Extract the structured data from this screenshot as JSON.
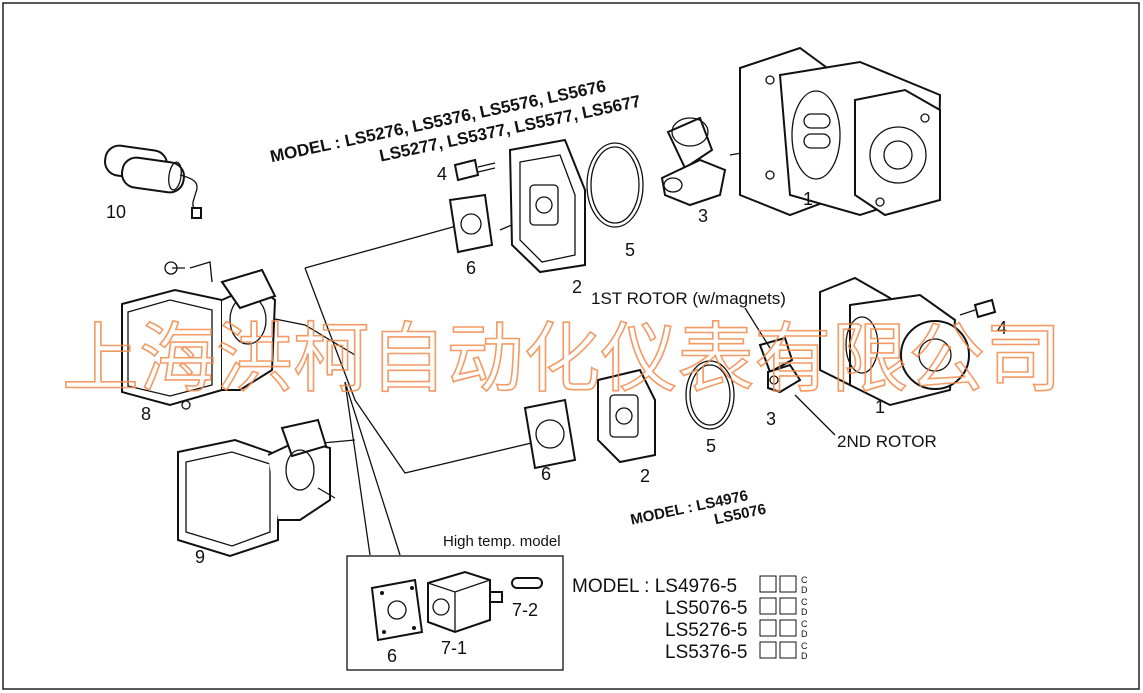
{
  "labels": {
    "model_top_line1": "MODEL : LS5276, LS5376, LS5576, LS5676",
    "model_top_line2": "LS5277, LS5377, LS5577, LS5677",
    "model_mid_line1": "MODEL : LS4976",
    "model_mid_line2": "LS5076",
    "rotor1": "1ST ROTOR (w/magnets)",
    "rotor2": "2ND ROTOR",
    "high_temp": "High temp. model",
    "model_bottom": "MODEL : LS4976-5",
    "model_bottom_2": "LS5076-5",
    "model_bottom_3": "LS5276-5",
    "model_bottom_4": "LS5376-5",
    "suffix_c": "C",
    "suffix_d": "D",
    "watermark": "上海洪柯自动化仪表有限公司"
  },
  "part_numbers": {
    "p1_top": "1",
    "p2_top": "2",
    "p3_top": "3",
    "p4_top": "4",
    "p5_top": "5",
    "p6_top": "6",
    "p1_mid": "1",
    "p2_mid": "2",
    "p3_mid": "3",
    "p4_mid": "4",
    "p5_mid": "5",
    "p6_mid": "6",
    "p6_box": "6",
    "p7_1": "7-1",
    "p7_2": "7-2",
    "p8": "8",
    "p9": "9",
    "p10": "10"
  }
}
